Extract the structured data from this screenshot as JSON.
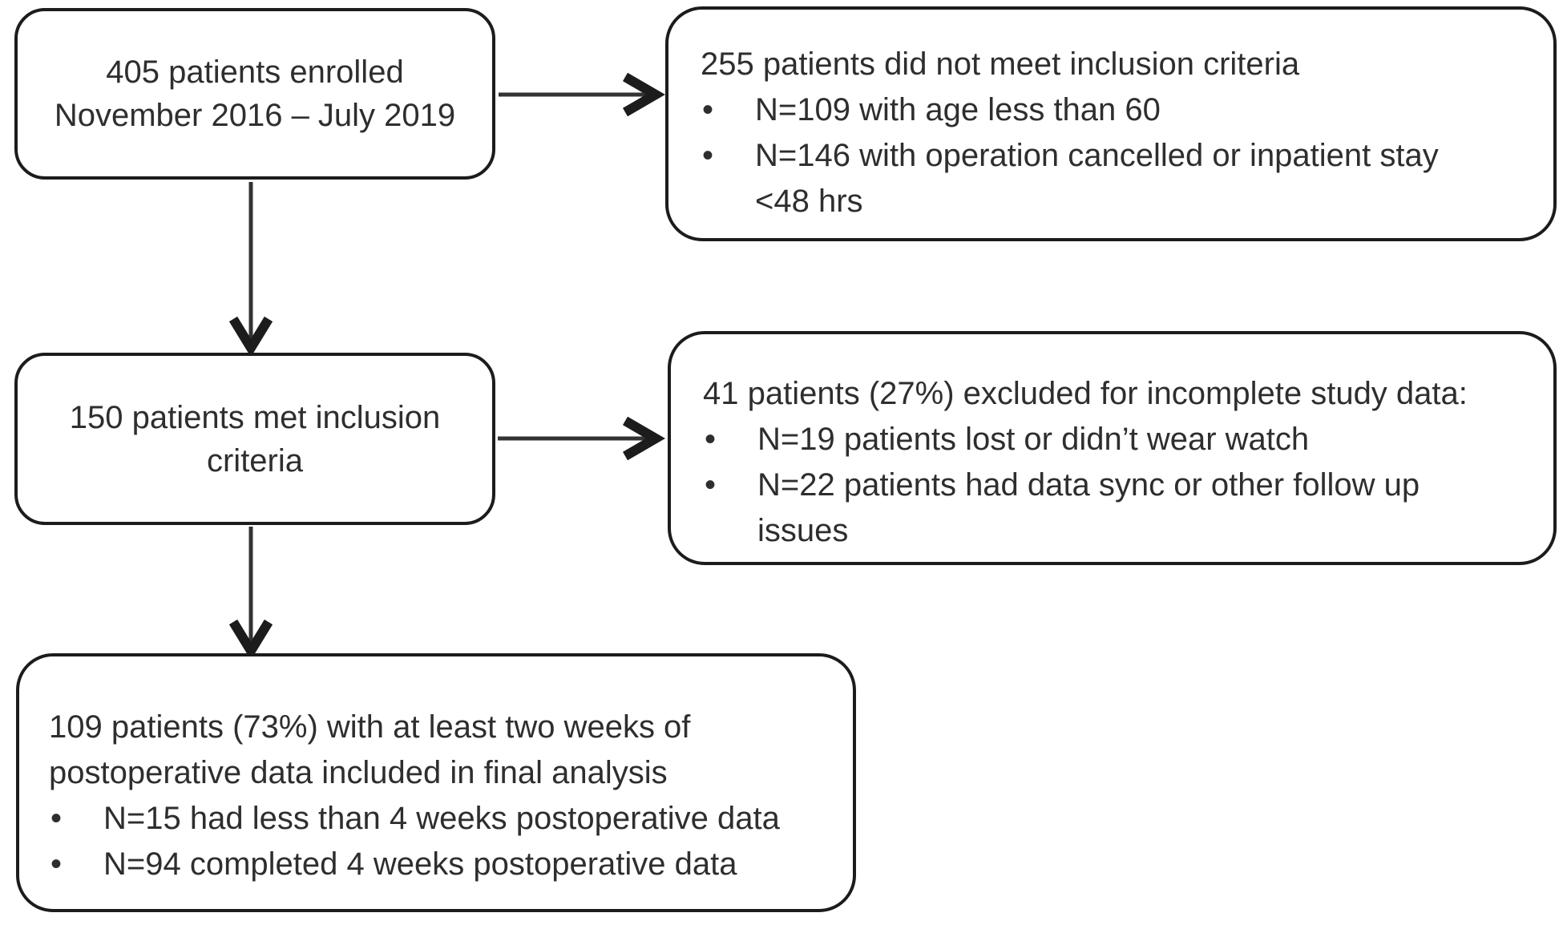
{
  "figure": {
    "type": "patient-flow-diagram",
    "background_color": "#ffffff",
    "border_color": "#1c1c1c",
    "text_color": "#2e2e2e",
    "bullet_glyph": "•"
  },
  "boxes": {
    "enrolled": {
      "line1": "405 patients enrolled",
      "line2": "November 2016 – July 2019"
    },
    "not_met_criteria": {
      "title": "255 patients did not meet inclusion criteria",
      "bullet1": "N=109 with age less than 60",
      "bullet2_line1": "N=146 with operation cancelled or inpatient stay",
      "bullet2_line2": "<48 hrs"
    },
    "met_criteria": {
      "line1": "150 patients met inclusion",
      "line2": "criteria"
    },
    "excluded": {
      "title": "41 patients (27%) excluded for incomplete study data:",
      "bullet1": "N=19 patients lost or didn’t wear watch",
      "bullet2_line1": "N=22 patients had data sync or other follow up",
      "bullet2_line2": "issues"
    },
    "final_analysis": {
      "title_line1": "109 patients (73%) with at least two weeks of",
      "title_line2": "postoperative data included in final analysis",
      "bullet1": "N=15 had less than 4 weeks postoperative data",
      "bullet2": "N=94 completed 4 weeks postoperative data"
    }
  }
}
